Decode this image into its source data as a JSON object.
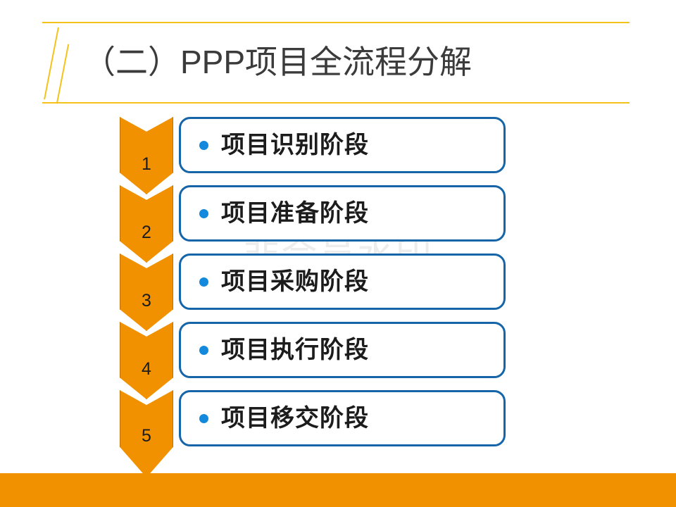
{
  "slide": {
    "title": "（二）PPP项目全流程分解",
    "watermark": "非会员水印",
    "accent_yellow": "#F5C21B",
    "accent_orange": "#F29100",
    "accent_blue": "#1565A8",
    "bullet_blue": "#1289DC",
    "title_color": "#3B3B3B"
  },
  "flow": {
    "steps": [
      {
        "number": "1",
        "label": "项目识别阶段"
      },
      {
        "number": "2",
        "label": "项目准备阶段"
      },
      {
        "number": "3",
        "label": "项目采购阶段"
      },
      {
        "number": "4",
        "label": "项目执行阶段"
      },
      {
        "number": "5",
        "label": "项目移交阶段"
      }
    ]
  }
}
